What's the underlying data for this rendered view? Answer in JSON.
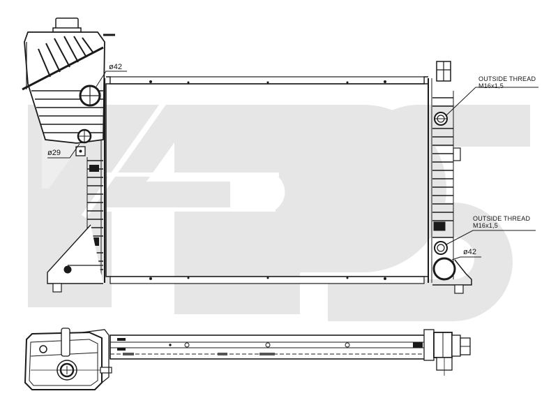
{
  "drawing": {
    "subject": "radiator-technical-drawing",
    "watermark": {
      "text": "FPS",
      "color": "#e6e6e6"
    },
    "line_color": "#1a1a1a",
    "background": "#ffffff"
  },
  "annotations": {
    "top_left_pipe": {
      "label": "ø42"
    },
    "left_small_pipe": {
      "label": "ø29"
    },
    "right_upper_thread": {
      "line1": "OUTSIDE THREAD",
      "line2": "M16x1,5"
    },
    "right_lower_thread": {
      "line1": "OUTSIDE THREAD",
      "line2": "M16x1,5"
    },
    "right_lower_pipe": {
      "label": "ø42"
    }
  }
}
